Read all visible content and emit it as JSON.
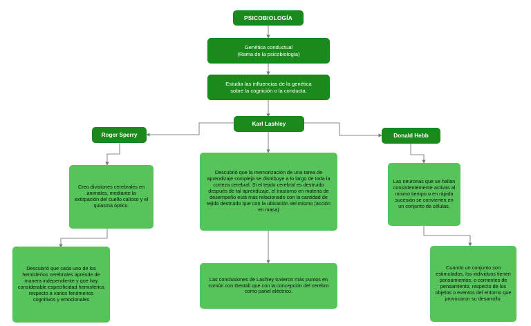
{
  "diagram": {
    "title": "Mapa conceptual: Psicobiología",
    "colors": {
      "dark_green": "#1a8a1c",
      "light_green": "#56c45a",
      "connector": "#808080",
      "background": "#ffffff",
      "dark_text": "#ffffff",
      "light_text": "#101010"
    }
  },
  "nodes": {
    "root": {
      "label": "PSICOBIOLOGÍA",
      "style": "dark-title"
    },
    "genetica": {
      "label": "Genética conductual\n(Rama de la psicobiología)",
      "style": "dark"
    },
    "estudia": {
      "label": "Estudia las influencias de la genética\nsobre la cognición o la conducta.",
      "style": "dark"
    },
    "lashley": {
      "label": "Karl Lashley",
      "style": "dark-person"
    },
    "sperry": {
      "label": "Roger Sperry",
      "style": "dark-person"
    },
    "hebb": {
      "label": "Donald Hebb",
      "style": "dark-person"
    },
    "sperry_detail_1": {
      "label": "Creo divisiones cerebrales en animales, mediante la extirpación del cuello calloso y el quiasma óptico.",
      "style": "light"
    },
    "sperry_detail_2": {
      "label": "Descubrió que cada uno de los hemisferios cerebrales aprende de manera independiente y que hay considerable especificidad hemisférica respecto a varios fenómenos cognitivos y emocionales",
      "style": "light"
    },
    "lashley_detail_1": {
      "label": "Descubrió que la memorización de una tarea de aprendizaje compleja se distribuye a lo largo de toda la corteza cerebral. Si el tejido cerebral es destruido después de tal aprendizaje, el trastorno en materia de desempeño está más relacionado con la cantidad de tejido destruido que con la ubicación del mismo (acción en masa)",
      "style": "light"
    },
    "lashley_detail_2": {
      "label": "Las conclusiones de Lashley tuvieron más puntos en común con Gestalt que con la concepción del cerebro como panel eléctrico.",
      "style": "light"
    },
    "hebb_detail_1": {
      "label": "Las neuronas que se hallan consistentemente activas al mismo tiempo o en rápida sucesión se convierten en un conjunto de células.",
      "style": "light"
    },
    "hebb_detail_2": {
      "label": "Cuando un conjunto son estimulados, los individuos tienen pensamientos, o corrientes de pensamiento, respecto de los objetos o eventos del entorno que provocaron su desarrollo.",
      "style": "light"
    }
  },
  "edges": [
    {
      "name": "root-to-genetica",
      "from": "root",
      "to": "genetica"
    },
    {
      "name": "genetica-to-estudia",
      "from": "genetica",
      "to": "estudia"
    },
    {
      "name": "estudia-to-lashley",
      "from": "estudia",
      "to": "lashley"
    },
    {
      "name": "lashley-to-sperry",
      "from": "lashley",
      "to": "sperry"
    },
    {
      "name": "lashley-to-hebb",
      "from": "lashley",
      "to": "hebb"
    },
    {
      "name": "lashley-to-detail-1",
      "from": "lashley",
      "to": "lashley_detail_1"
    },
    {
      "name": "sperry-to-detail-1",
      "from": "sperry",
      "to": "sperry_detail_1"
    },
    {
      "name": "sperry-detail-1-to-detail-2",
      "from": "sperry_detail_1",
      "to": "sperry_detail_2"
    },
    {
      "name": "lashley-detail-1-to-detail-2",
      "from": "lashley_detail_1",
      "to": "lashley_detail_2"
    },
    {
      "name": "hebb-to-detail-1",
      "from": "hebb",
      "to": "hebb_detail_1"
    },
    {
      "name": "hebb-detail-1-to-detail-2",
      "from": "hebb_detail_1",
      "to": "hebb_detail_2"
    }
  ]
}
